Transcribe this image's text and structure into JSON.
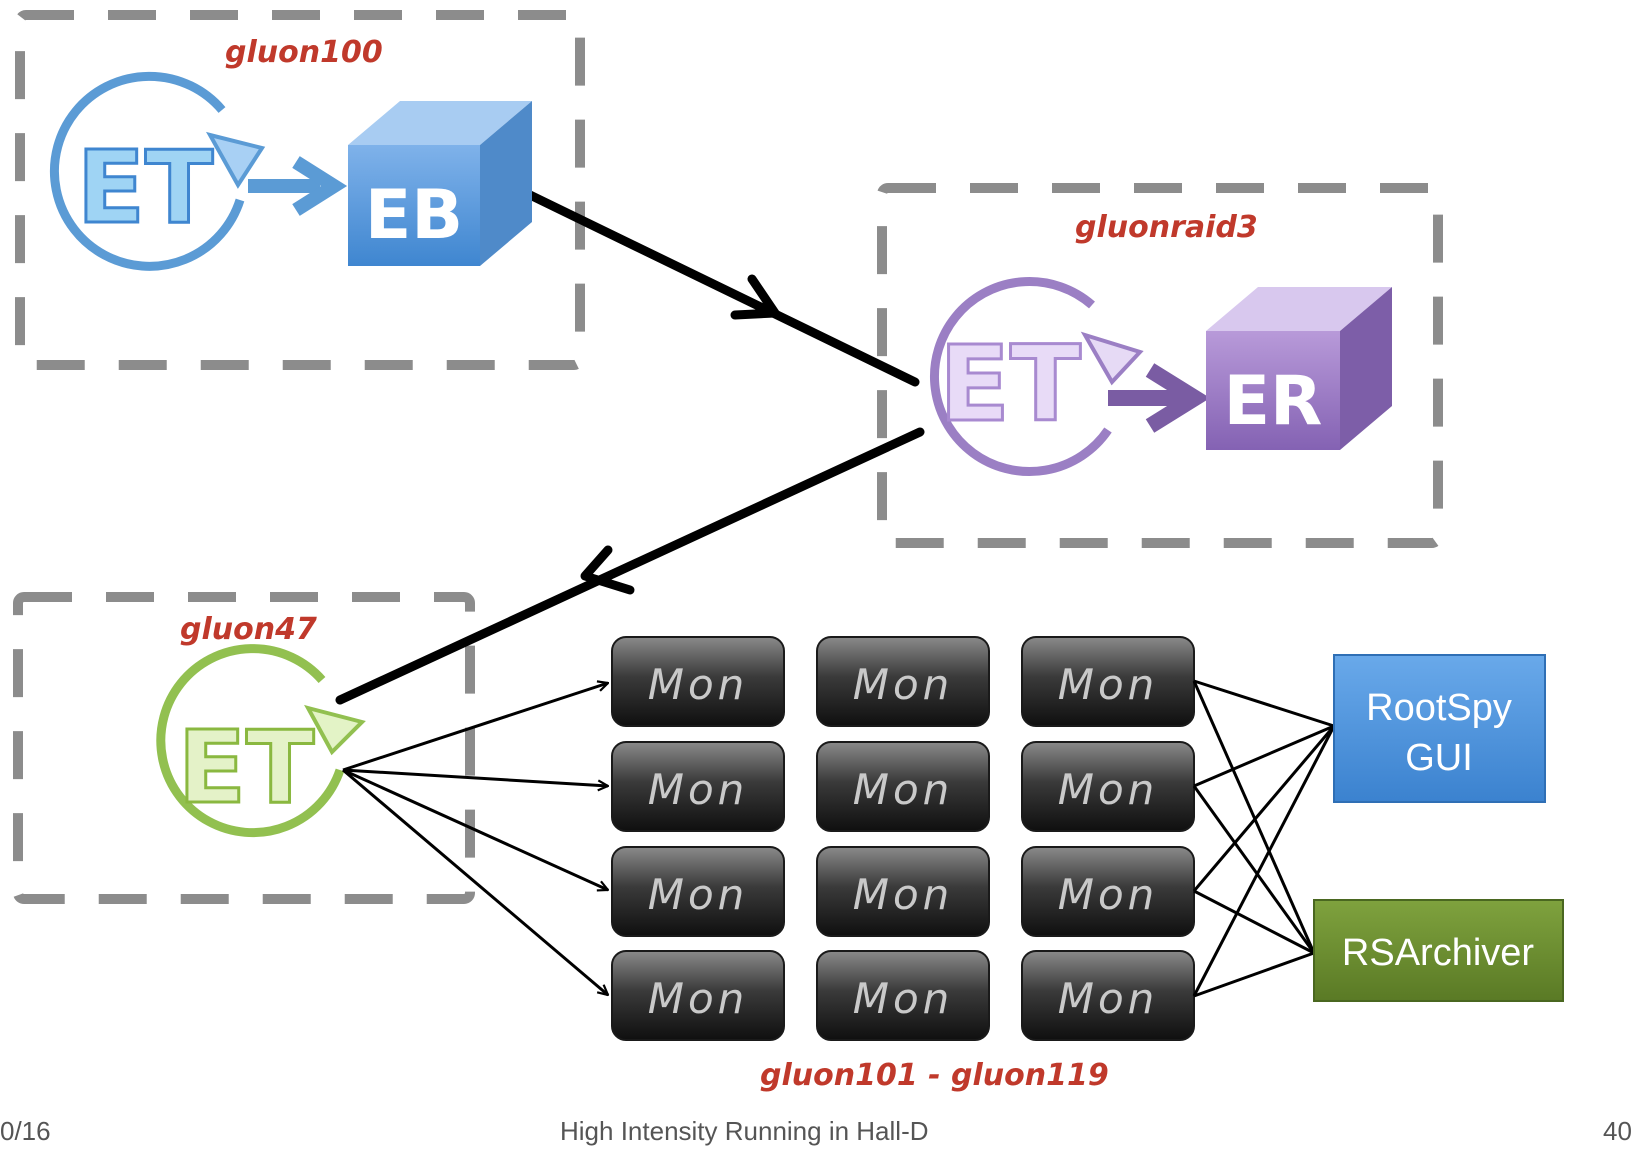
{
  "hosts": {
    "gluon100": "gluon100",
    "gluonraid3": "gluonraid3",
    "gluon47": "gluon47",
    "mon_farm": "gluon101 - gluon119"
  },
  "nodes": {
    "et_label": "ET",
    "eb_label": "EB",
    "er_label": "ER",
    "mon_label": "Mon",
    "rootspy_line1": "RootSpy",
    "rootspy_line2": "GUI",
    "rsarchiver": "RSArchiver"
  },
  "footer": {
    "date": "0/16",
    "title": "High Intensity Running in Hall-D",
    "page": "40"
  },
  "colors": {
    "host_label": "#c0392b",
    "et_blue": "#5b9bd5",
    "et_purple": "#9b7fc4",
    "et_green": "#92c050",
    "mon_dark": "#2b2b2b",
    "rootspy": "#4a90d9",
    "rsarchiver": "#6b8c2e",
    "dashed_border": "#8c8c8c"
  }
}
